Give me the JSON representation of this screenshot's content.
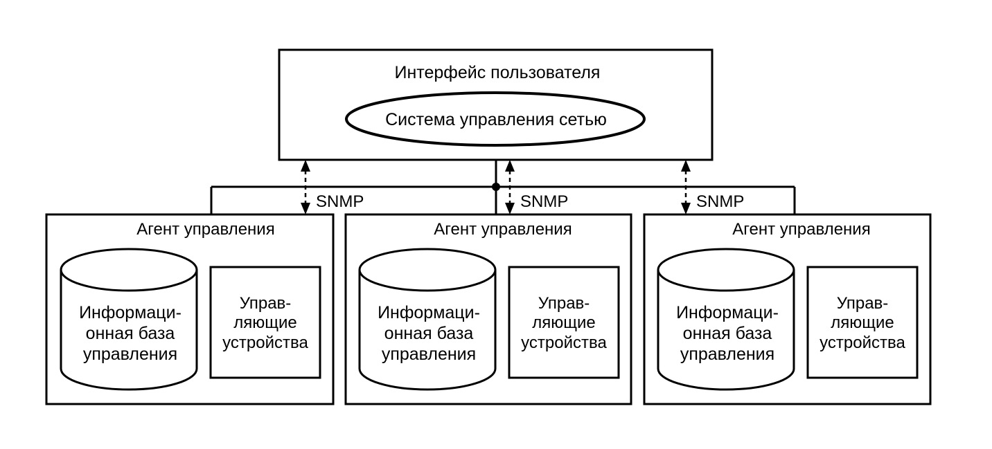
{
  "interface": {
    "title": "Интерфейс пользователя",
    "nms_label": "Система управления сетью"
  },
  "protocol_label": "SNMP",
  "agents": [
    {
      "title": "Агент управления",
      "mib_lines": [
        "Информаци-",
        "онная база",
        "управления"
      ],
      "devices_lines": [
        "Управ-",
        "ляющие",
        "устройства"
      ]
    },
    {
      "title": "Агент управления",
      "mib_lines": [
        "Информаци-",
        "онная база",
        "управления"
      ],
      "devices_lines": [
        "Управ-",
        "ляющие",
        "устройства"
      ]
    },
    {
      "title": "Агент управления",
      "mib_lines": [
        "Информаци-",
        "онная база",
        "управления"
      ],
      "devices_lines": [
        "Управ-",
        "ляющие",
        "устройства"
      ]
    }
  ]
}
